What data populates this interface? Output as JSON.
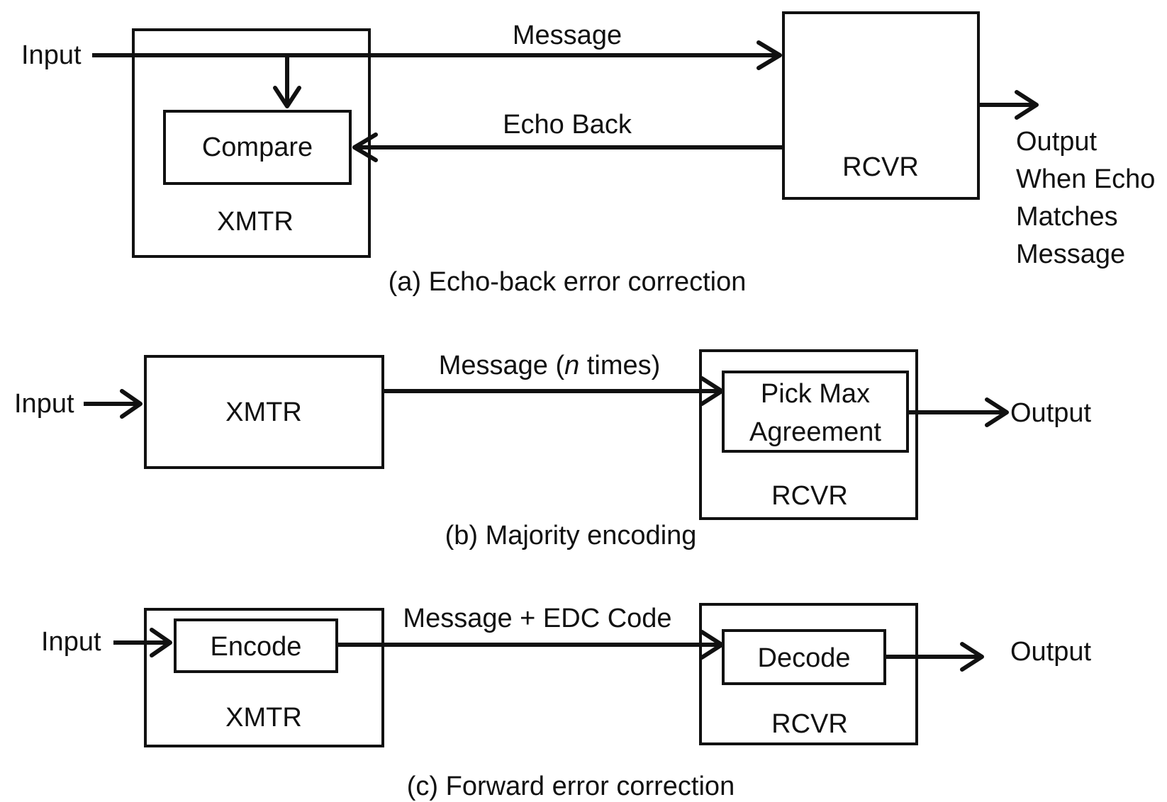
{
  "panel_a": {
    "input_label": "Input",
    "message_label": "Message",
    "echo_label": "Echo Back",
    "compare_label": "Compare",
    "xmtr_label": "XMTR",
    "rcvr_label": "RCVR",
    "output_lines": [
      "Output",
      "When Echo",
      "Matches",
      "Message"
    ],
    "caption": "(a) Echo-back error correction"
  },
  "panel_b": {
    "input_label": "Input",
    "xmtr_label": "XMTR",
    "message_prefix": "Message (",
    "message_italic": "n",
    "message_suffix": " times)",
    "pick_lines": [
      "Pick Max",
      "Agreement"
    ],
    "rcvr_label": "RCVR",
    "output_label": "Output",
    "caption": "(b) Majority encoding"
  },
  "panel_c": {
    "input_label": "Input",
    "encode_label": "Encode",
    "xmtr_label": "XMTR",
    "message_label": "Message + EDC Code",
    "decode_label": "Decode",
    "rcvr_label": "RCVR",
    "output_label": "Output",
    "caption": "(c) Forward error correction"
  }
}
